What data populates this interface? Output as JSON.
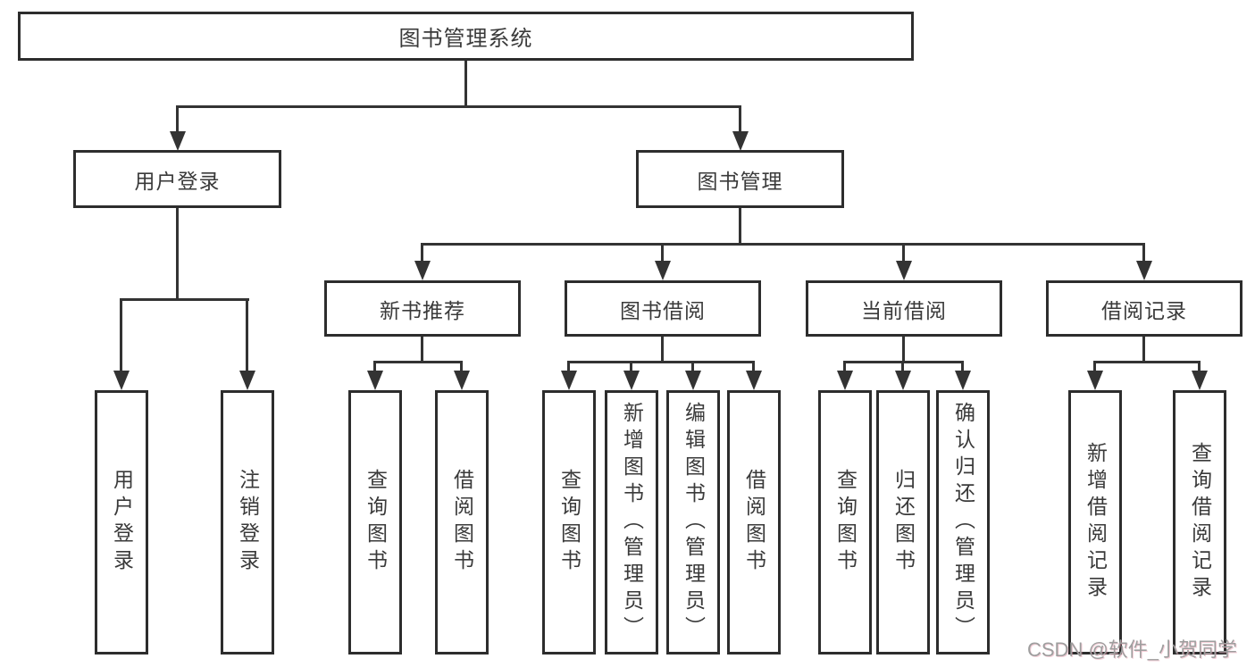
{
  "colors": {
    "background": "#ffffff",
    "line": "#333333",
    "border": "#2d2d2d",
    "text": "#3a3a3a",
    "watermark": "#9e9e9e"
  },
  "icons": {
    "arrowhead": "solid-triangle-down"
  },
  "tree": {
    "root": {
      "label": "图书管理系统"
    },
    "login_branch": {
      "label": "用户登录",
      "leaves": [
        {
          "label": "用户登录"
        },
        {
          "label": "注销登录"
        }
      ]
    },
    "mgmt_branch": {
      "label": "图书管理",
      "groups": [
        {
          "label": "新书推荐",
          "leaves": [
            {
              "label": "查询图书"
            },
            {
              "label": "借阅图书"
            }
          ]
        },
        {
          "label": "图书借阅",
          "leaves": [
            {
              "label": "查询图书"
            },
            {
              "label": "新增图书（管理员）"
            },
            {
              "label": "编辑图书（管理员）"
            },
            {
              "label": "借阅图书"
            }
          ]
        },
        {
          "label": "当前借阅",
          "leaves": [
            {
              "label": "查询图书"
            },
            {
              "label": "归还图书"
            },
            {
              "label": "确认归还（管理员）"
            }
          ]
        },
        {
          "label": "借阅记录",
          "leaves": [
            {
              "label": "新增借阅记录"
            },
            {
              "label": "查询借阅记录"
            }
          ]
        }
      ]
    }
  },
  "watermark": {
    "text": "CSDN @软件_小贺同学"
  }
}
